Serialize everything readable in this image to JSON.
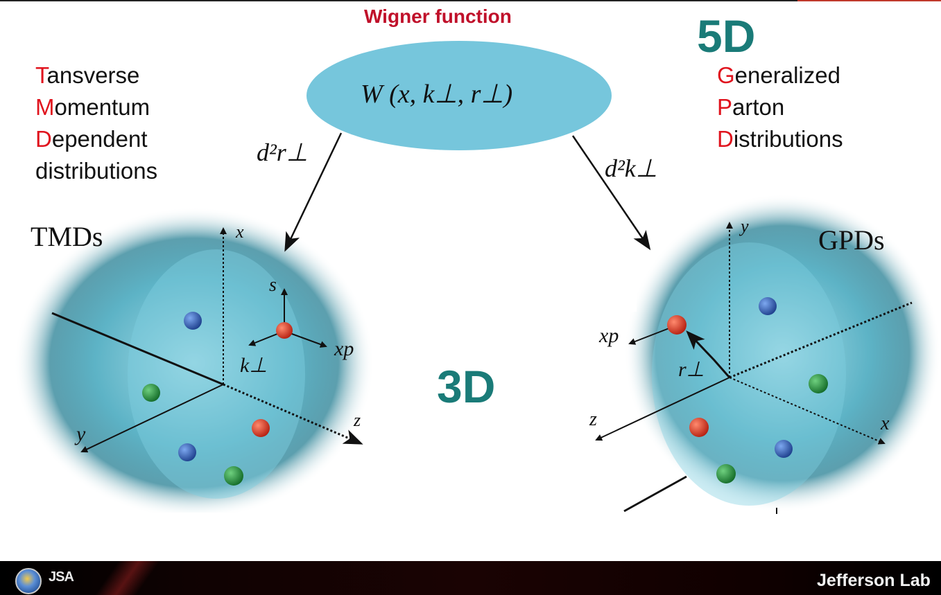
{
  "slide": {
    "title": "Wigner function",
    "big_label_5d": "5D",
    "big_label_3d": "3D",
    "ellipse_formula": "W (x, k⊥, r⊥)",
    "left_arrow_label": "d²r⊥",
    "right_arrow_label": "d²k⊥",
    "tmd_acronym": [
      {
        "initial": "T",
        "rest": "ansverse"
      },
      {
        "initial": "M",
        "rest": "omentum"
      },
      {
        "initial": "D",
        "rest": "ependent"
      },
      {
        "initial": "",
        "rest": "distributions"
      }
    ],
    "gpd_acronym": [
      {
        "initial": "G",
        "rest": "eneralized"
      },
      {
        "initial": "P",
        "rest": "arton"
      },
      {
        "initial": "D",
        "rest": "istributions"
      }
    ],
    "tmds_label": "TMDs",
    "gpds_label": "GPDs",
    "tmd_axes": {
      "x": "x",
      "y": "y",
      "z": "z",
      "s": "s",
      "xp": "xp",
      "k": "k⊥"
    },
    "gpd_axes": {
      "y": "y",
      "x": "x",
      "z": "z",
      "xp": "xp",
      "r": "r⊥"
    }
  },
  "colors": {
    "title_red": "#c0102a",
    "acronym_red": "#e0141e",
    "teal_label": "#1a7b78",
    "ellipse_fill": "#7ecbe0",
    "quark_red": "#d8301f",
    "quark_blue": "#2f5fb0",
    "quark_green": "#1f8a3a"
  },
  "footer": {
    "doe_icon": "doe-seal-icon",
    "jsa_logo": "JSA",
    "jlab_logo": "Jefferson Lab"
  }
}
